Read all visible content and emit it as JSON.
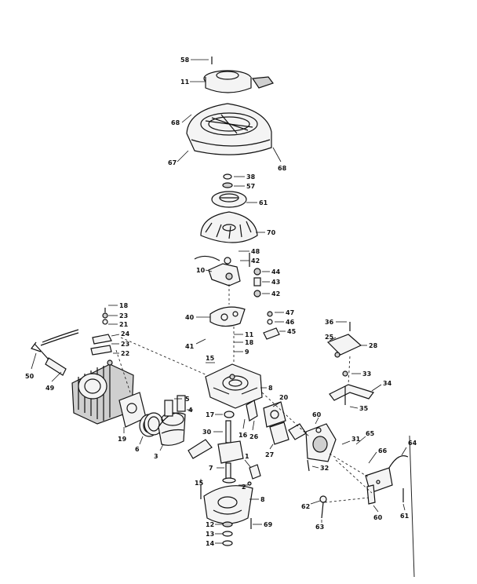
{
  "callouts": [
    {
      "id": "c-58",
      "text": "58"
    },
    {
      "id": "c-11",
      "text": "11"
    },
    {
      "id": "c-68a",
      "text": "68"
    },
    {
      "id": "c-67",
      "text": "67"
    },
    {
      "id": "c-68b",
      "text": "68"
    },
    {
      "id": "c-38",
      "text": "38"
    },
    {
      "id": "c-57",
      "text": "57"
    },
    {
      "id": "c-61",
      "text": "61"
    },
    {
      "id": "c-70",
      "text": "70"
    },
    {
      "id": "c-48",
      "text": "48"
    },
    {
      "id": "c-42a",
      "text": "42"
    },
    {
      "id": "c-10",
      "text": "10"
    },
    {
      "id": "c-44",
      "text": "44"
    },
    {
      "id": "c-43",
      "text": "43"
    },
    {
      "id": "c-42b",
      "text": "42"
    },
    {
      "id": "c-18",
      "text": "18"
    },
    {
      "id": "c-23",
      "text": "23"
    },
    {
      "id": "c-21",
      "text": "21"
    },
    {
      "id": "c-24",
      "text": "24"
    },
    {
      "id": "c-40",
      "text": "40"
    },
    {
      "id": "c-47",
      "text": "47"
    },
    {
      "id": "c-46",
      "text": "46"
    },
    {
      "id": "c-45",
      "text": "45"
    },
    {
      "id": "c-36",
      "text": "36"
    },
    {
      "id": "c-25",
      "text": "25"
    },
    {
      "id": "c-28",
      "text": "28"
    },
    {
      "id": "c-41",
      "text": "41"
    },
    {
      "id": "c-11b",
      "text": "11"
    },
    {
      "id": "c-18b",
      "text": "18"
    },
    {
      "id": "c-9",
      "text": "9"
    },
    {
      "id": "c-23b",
      "text": "23"
    },
    {
      "id": "c-22",
      "text": "22"
    },
    {
      "id": "c-15",
      "text": "15"
    },
    {
      "id": "c-50",
      "text": "50"
    },
    {
      "id": "c-49",
      "text": "49"
    },
    {
      "id": "c-33",
      "text": "33"
    },
    {
      "id": "c-34",
      "text": "34"
    },
    {
      "id": "c-8",
      "text": "8"
    },
    {
      "id": "c-35",
      "text": "35"
    },
    {
      "id": "c-26",
      "text": "26"
    },
    {
      "id": "c-5",
      "text": "5"
    },
    {
      "id": "c-4",
      "text": "4"
    },
    {
      "id": "c-17",
      "text": "17"
    },
    {
      "id": "c-16",
      "text": "16"
    },
    {
      "id": "c-20",
      "text": "20"
    },
    {
      "id": "c-27",
      "text": "27"
    },
    {
      "id": "c-60",
      "text": "60"
    },
    {
      "id": "c-6",
      "text": "6"
    },
    {
      "id": "c-19",
      "text": "19"
    },
    {
      "id": "c-3",
      "text": "3"
    },
    {
      "id": "c-30",
      "text": "30"
    },
    {
      "id": "c-1",
      "text": "1"
    },
    {
      "id": "c-7",
      "text": "7"
    },
    {
      "id": "c-31",
      "text": "31"
    },
    {
      "id": "c-32",
      "text": "32"
    },
    {
      "id": "c-65",
      "text": "65"
    },
    {
      "id": "c-66",
      "text": "66"
    },
    {
      "id": "c-64",
      "text": "64"
    },
    {
      "id": "c-2",
      "text": "2"
    },
    {
      "id": "c-15b",
      "text": "15"
    },
    {
      "id": "c-8b",
      "text": "8"
    },
    {
      "id": "c-69",
      "text": "69"
    },
    {
      "id": "c-12",
      "text": "12"
    },
    {
      "id": "c-13",
      "text": "13"
    },
    {
      "id": "c-14",
      "text": "14"
    },
    {
      "id": "c-62",
      "text": "62"
    },
    {
      "id": "c-63",
      "text": "63"
    },
    {
      "id": "c-60b",
      "text": "60"
    },
    {
      "id": "c-61b",
      "text": "61"
    }
  ]
}
